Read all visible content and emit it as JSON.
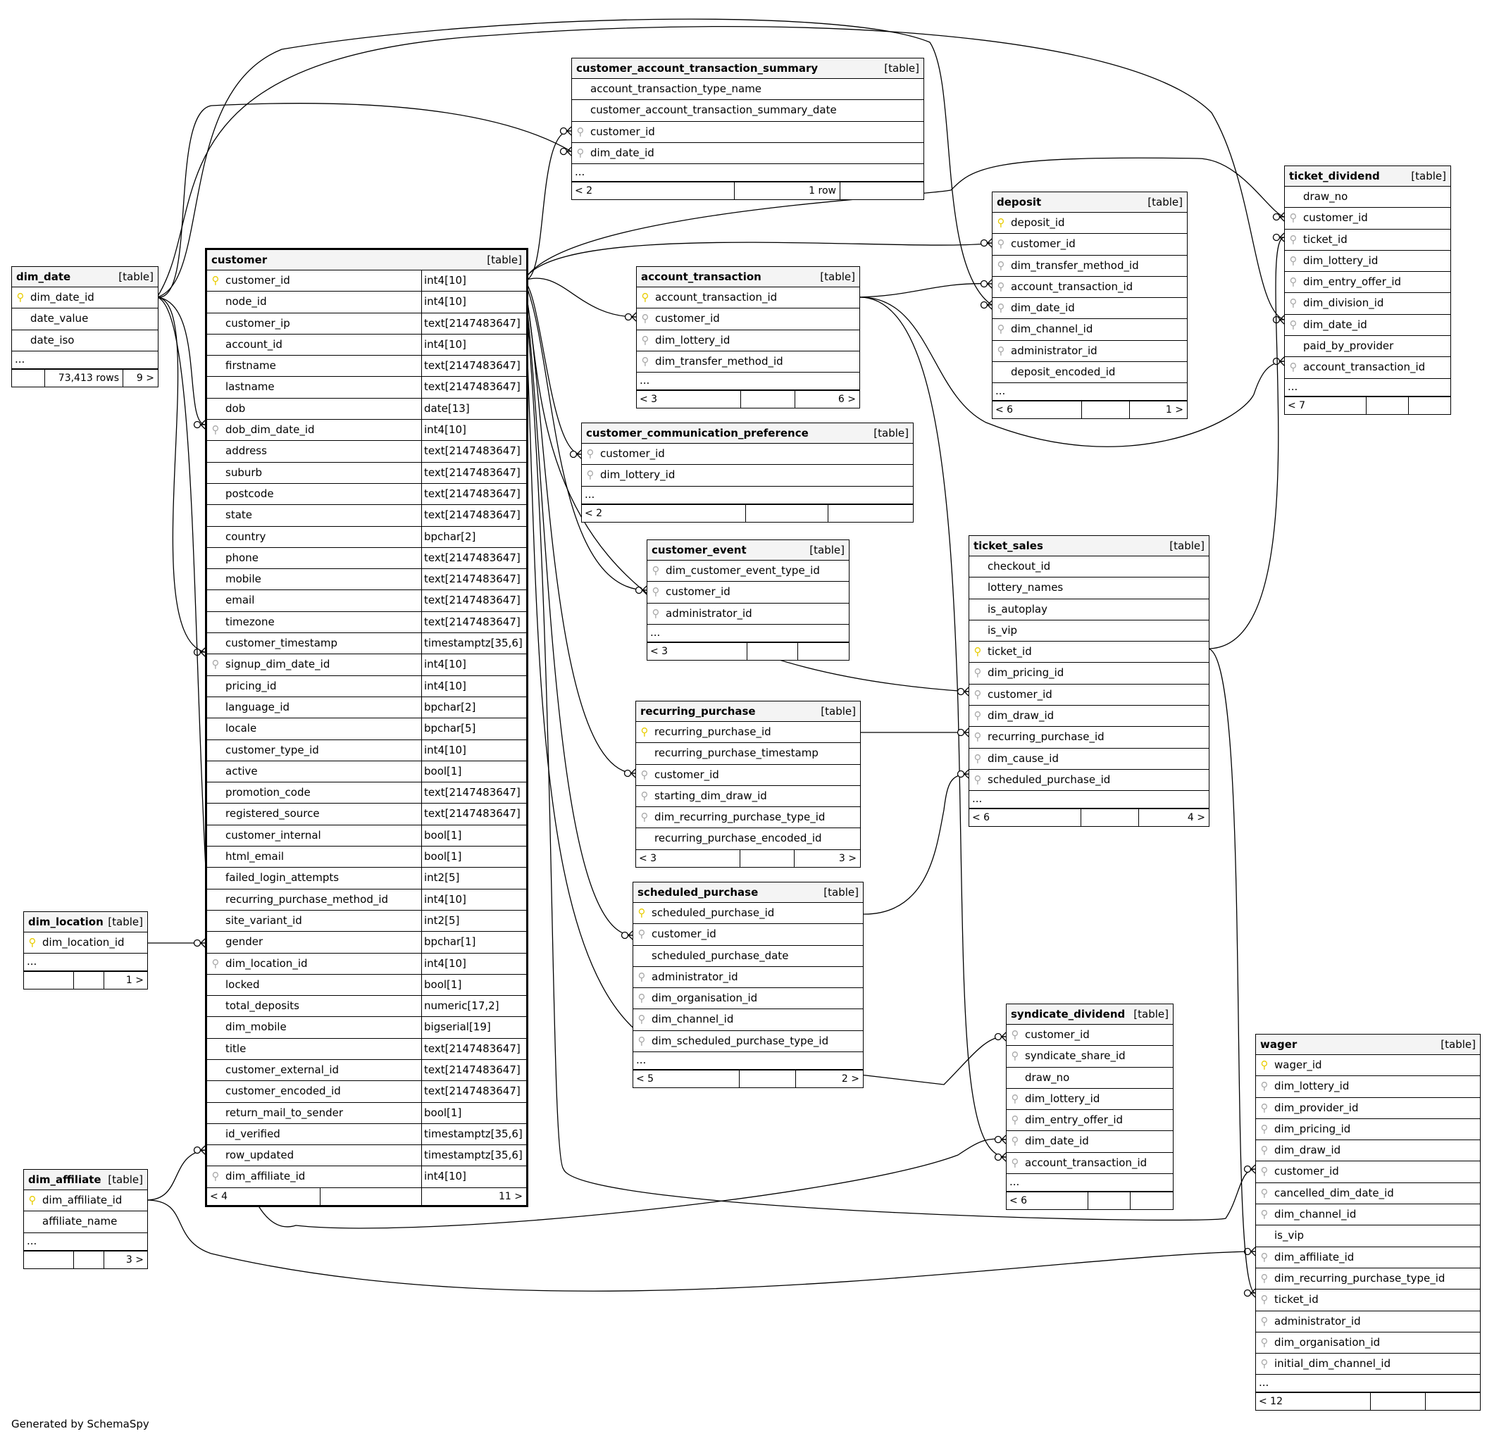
{
  "footer_text": "Generated by SchemaSpy",
  "colors": {
    "primary_key": "#e8cc00",
    "foreign_key": "#a8a8a8",
    "header_bg": "#f4f4f4"
  },
  "tables": [
    {
      "id": "customer_account_transaction_summary",
      "name": "customer_account_transaction_summary",
      "tag": "[table]",
      "columns": [
        {
          "name": "account_transaction_type_name",
          "key": ""
        },
        {
          "name": "customer_account_transaction_summary_date",
          "key": ""
        },
        {
          "name": "customer_id",
          "key": "fk"
        },
        {
          "name": "dim_date_id",
          "key": "fk"
        }
      ],
      "more": "...",
      "footer": {
        "left": "< 2",
        "middle": "1 row",
        "right": ""
      }
    },
    {
      "id": "dim_date",
      "name": "dim_date",
      "tag": "[table]",
      "columns": [
        {
          "name": "dim_date_id",
          "key": "pk"
        },
        {
          "name": "date_value",
          "key": ""
        },
        {
          "name": "date_iso",
          "key": ""
        }
      ],
      "more": "...",
      "footer": {
        "left": "",
        "middle": "73,413 rows",
        "right": "9 >"
      }
    },
    {
      "id": "customer",
      "name": "customer",
      "tag": "[table]",
      "columns": [
        {
          "name": "customer_id",
          "type": "int4[10]",
          "key": "pk"
        },
        {
          "name": "node_id",
          "type": "int4[10]",
          "key": ""
        },
        {
          "name": "customer_ip",
          "type": "text[2147483647]",
          "key": ""
        },
        {
          "name": "account_id",
          "type": "int4[10]",
          "key": ""
        },
        {
          "name": "firstname",
          "type": "text[2147483647]",
          "key": ""
        },
        {
          "name": "lastname",
          "type": "text[2147483647]",
          "key": ""
        },
        {
          "name": "dob",
          "type": "date[13]",
          "key": ""
        },
        {
          "name": "dob_dim_date_id",
          "type": "int4[10]",
          "key": "fk"
        },
        {
          "name": "address",
          "type": "text[2147483647]",
          "key": ""
        },
        {
          "name": "suburb",
          "type": "text[2147483647]",
          "key": ""
        },
        {
          "name": "postcode",
          "type": "text[2147483647]",
          "key": ""
        },
        {
          "name": "state",
          "type": "text[2147483647]",
          "key": ""
        },
        {
          "name": "country",
          "type": "bpchar[2]",
          "key": ""
        },
        {
          "name": "phone",
          "type": "text[2147483647]",
          "key": ""
        },
        {
          "name": "mobile",
          "type": "text[2147483647]",
          "key": ""
        },
        {
          "name": "email",
          "type": "text[2147483647]",
          "key": ""
        },
        {
          "name": "timezone",
          "type": "text[2147483647]",
          "key": ""
        },
        {
          "name": "customer_timestamp",
          "type": "timestamptz[35,6]",
          "key": ""
        },
        {
          "name": "signup_dim_date_id",
          "type": "int4[10]",
          "key": "fk"
        },
        {
          "name": "pricing_id",
          "type": "int4[10]",
          "key": ""
        },
        {
          "name": "language_id",
          "type": "bpchar[2]",
          "key": ""
        },
        {
          "name": "locale",
          "type": "bpchar[5]",
          "key": ""
        },
        {
          "name": "customer_type_id",
          "type": "int4[10]",
          "key": ""
        },
        {
          "name": "active",
          "type": "bool[1]",
          "key": ""
        },
        {
          "name": "promotion_code",
          "type": "text[2147483647]",
          "key": ""
        },
        {
          "name": "registered_source",
          "type": "text[2147483647]",
          "key": ""
        },
        {
          "name": "customer_internal",
          "type": "bool[1]",
          "key": ""
        },
        {
          "name": "html_email",
          "type": "bool[1]",
          "key": ""
        },
        {
          "name": "failed_login_attempts",
          "type": "int2[5]",
          "key": ""
        },
        {
          "name": "recurring_purchase_method_id",
          "type": "int4[10]",
          "key": ""
        },
        {
          "name": "site_variant_id",
          "type": "int2[5]",
          "key": ""
        },
        {
          "name": "gender",
          "type": "bpchar[1]",
          "key": ""
        },
        {
          "name": "dim_location_id",
          "type": "int4[10]",
          "key": "fk"
        },
        {
          "name": "locked",
          "type": "bool[1]",
          "key": ""
        },
        {
          "name": "total_deposits",
          "type": "numeric[17,2]",
          "key": ""
        },
        {
          "name": "dim_mobile",
          "type": "bigserial[19]",
          "key": ""
        },
        {
          "name": "title",
          "type": "text[2147483647]",
          "key": ""
        },
        {
          "name": "customer_external_id",
          "type": "text[2147483647]",
          "key": ""
        },
        {
          "name": "customer_encoded_id",
          "type": "text[2147483647]",
          "key": ""
        },
        {
          "name": "return_mail_to_sender",
          "type": "bool[1]",
          "key": ""
        },
        {
          "name": "id_verified",
          "type": "timestamptz[35,6]",
          "key": ""
        },
        {
          "name": "row_updated",
          "type": "timestamptz[35,6]",
          "key": ""
        },
        {
          "name": "dim_affiliate_id",
          "type": "int4[10]",
          "key": "fk"
        }
      ],
      "more": "",
      "footer": {
        "left": "< 4",
        "middle": "",
        "right": "11 >"
      }
    },
    {
      "id": "account_transaction",
      "name": "account_transaction",
      "tag": "[table]",
      "columns": [
        {
          "name": "account_transaction_id",
          "key": "pk"
        },
        {
          "name": "customer_id",
          "key": "fk"
        },
        {
          "name": "dim_lottery_id",
          "key": "fk"
        },
        {
          "name": "dim_transfer_method_id",
          "key": "fk"
        }
      ],
      "more": "...",
      "footer": {
        "left": "< 3",
        "middle": "",
        "right": "6 >"
      }
    },
    {
      "id": "deposit",
      "name": "deposit",
      "tag": "[table]",
      "columns": [
        {
          "name": "deposit_id",
          "key": "pk"
        },
        {
          "name": "customer_id",
          "key": "fk"
        },
        {
          "name": "dim_transfer_method_id",
          "key": "fk"
        },
        {
          "name": "account_transaction_id",
          "key": "fk"
        },
        {
          "name": "dim_date_id",
          "key": "fk"
        },
        {
          "name": "dim_channel_id",
          "key": "fk"
        },
        {
          "name": "administrator_id",
          "key": "fk"
        },
        {
          "name": "deposit_encoded_id",
          "key": ""
        }
      ],
      "more": "...",
      "footer": {
        "left": "< 6",
        "middle": "",
        "right": "1 >"
      }
    },
    {
      "id": "ticket_dividend",
      "name": "ticket_dividend",
      "tag": "[table]",
      "columns": [
        {
          "name": "draw_no",
          "key": ""
        },
        {
          "name": "customer_id",
          "key": "fk"
        },
        {
          "name": "ticket_id",
          "key": "fk"
        },
        {
          "name": "dim_lottery_id",
          "key": "fk"
        },
        {
          "name": "dim_entry_offer_id",
          "key": "fk"
        },
        {
          "name": "dim_division_id",
          "key": "fk"
        },
        {
          "name": "dim_date_id",
          "key": "fk"
        },
        {
          "name": "paid_by_provider",
          "key": ""
        },
        {
          "name": "account_transaction_id",
          "key": "fk"
        }
      ],
      "more": "...",
      "footer": {
        "left": "< 7",
        "middle": "",
        "right": ""
      }
    },
    {
      "id": "customer_communication_preference",
      "name": "customer_communication_preference",
      "tag": "[table]",
      "columns": [
        {
          "name": "customer_id",
          "key": "fk"
        },
        {
          "name": "dim_lottery_id",
          "key": "fk"
        }
      ],
      "more": "...",
      "footer": {
        "left": "< 2",
        "middle": "",
        "right": ""
      }
    },
    {
      "id": "customer_event",
      "name": "customer_event",
      "tag": "[table]",
      "columns": [
        {
          "name": "dim_customer_event_type_id",
          "key": "fk"
        },
        {
          "name": "customer_id",
          "key": "fk"
        },
        {
          "name": "administrator_id",
          "key": "fk"
        }
      ],
      "more": "...",
      "footer": {
        "left": "< 3",
        "middle": "",
        "right": ""
      }
    },
    {
      "id": "ticket_sales",
      "name": "ticket_sales",
      "tag": "[table]",
      "columns": [
        {
          "name": "checkout_id",
          "key": ""
        },
        {
          "name": "lottery_names",
          "key": ""
        },
        {
          "name": "is_autoplay",
          "key": ""
        },
        {
          "name": "is_vip",
          "key": ""
        },
        {
          "name": "ticket_id",
          "key": "pk"
        },
        {
          "name": "dim_pricing_id",
          "key": "fk"
        },
        {
          "name": "customer_id",
          "key": "fk"
        },
        {
          "name": "dim_draw_id",
          "key": "fk"
        },
        {
          "name": "recurring_purchase_id",
          "key": "fk"
        },
        {
          "name": "dim_cause_id",
          "key": "fk"
        },
        {
          "name": "scheduled_purchase_id",
          "key": "fk"
        }
      ],
      "more": "...",
      "footer": {
        "left": "< 6",
        "middle": "",
        "right": "4 >"
      }
    },
    {
      "id": "recurring_purchase",
      "name": "recurring_purchase",
      "tag": "[table]",
      "columns": [
        {
          "name": "recurring_purchase_id",
          "key": "pk"
        },
        {
          "name": "recurring_purchase_timestamp",
          "key": ""
        },
        {
          "name": "customer_id",
          "key": "fk"
        },
        {
          "name": "starting_dim_draw_id",
          "key": "fk"
        },
        {
          "name": "dim_recurring_purchase_type_id",
          "key": "fk"
        },
        {
          "name": "recurring_purchase_encoded_id",
          "key": ""
        }
      ],
      "more": "",
      "footer": {
        "left": "< 3",
        "middle": "",
        "right": "3 >"
      }
    },
    {
      "id": "scheduled_purchase",
      "name": "scheduled_purchase",
      "tag": "[table]",
      "columns": [
        {
          "name": "scheduled_purchase_id",
          "key": "pk"
        },
        {
          "name": "customer_id",
          "key": "fk"
        },
        {
          "name": "scheduled_purchase_date",
          "key": ""
        },
        {
          "name": "administrator_id",
          "key": "fk"
        },
        {
          "name": "dim_organisation_id",
          "key": "fk"
        },
        {
          "name": "dim_channel_id",
          "key": "fk"
        },
        {
          "name": "dim_scheduled_purchase_type_id",
          "key": "fk"
        }
      ],
      "more": "...",
      "footer": {
        "left": "< 5",
        "middle": "",
        "right": "2 >"
      }
    },
    {
      "id": "dim_location",
      "name": "dim_location",
      "tag": "[table]",
      "columns": [
        {
          "name": "dim_location_id",
          "key": "pk"
        }
      ],
      "more": "...",
      "footer": {
        "left": "",
        "middle": "",
        "right": "1 >"
      }
    },
    {
      "id": "syndicate_dividend",
      "name": "syndicate_dividend",
      "tag": "[table]",
      "columns": [
        {
          "name": "customer_id",
          "key": "fk"
        },
        {
          "name": "syndicate_share_id",
          "key": "fk"
        },
        {
          "name": "draw_no",
          "key": ""
        },
        {
          "name": "dim_lottery_id",
          "key": "fk"
        },
        {
          "name": "dim_entry_offer_id",
          "key": "fk"
        },
        {
          "name": "dim_date_id",
          "key": "fk"
        },
        {
          "name": "account_transaction_id",
          "key": "fk"
        }
      ],
      "more": "...",
      "footer": {
        "left": "< 6",
        "middle": "",
        "right": ""
      }
    },
    {
      "id": "wager",
      "name": "wager",
      "tag": "[table]",
      "columns": [
        {
          "name": "wager_id",
          "key": "pk"
        },
        {
          "name": "dim_lottery_id",
          "key": "fk"
        },
        {
          "name": "dim_provider_id",
          "key": "fk"
        },
        {
          "name": "dim_pricing_id",
          "key": "fk"
        },
        {
          "name": "dim_draw_id",
          "key": "fk"
        },
        {
          "name": "customer_id",
          "key": "fk"
        },
        {
          "name": "cancelled_dim_date_id",
          "key": "fk"
        },
        {
          "name": "dim_channel_id",
          "key": "fk"
        },
        {
          "name": "is_vip",
          "key": ""
        },
        {
          "name": "dim_affiliate_id",
          "key": "fk"
        },
        {
          "name": "dim_recurring_purchase_type_id",
          "key": "fk"
        },
        {
          "name": "ticket_id",
          "key": "fk"
        },
        {
          "name": "administrator_id",
          "key": "fk"
        },
        {
          "name": "dim_organisation_id",
          "key": "fk"
        },
        {
          "name": "initial_dim_channel_id",
          "key": "fk"
        }
      ],
      "more": "...",
      "footer": {
        "left": "< 12",
        "middle": "",
        "right": ""
      }
    },
    {
      "id": "dim_affiliate",
      "name": "dim_affiliate",
      "tag": "[table]",
      "columns": [
        {
          "name": "dim_affiliate_id",
          "key": "pk"
        },
        {
          "name": "affiliate_name",
          "key": ""
        }
      ],
      "more": "...",
      "footer": {
        "left": "",
        "middle": "",
        "right": "3 >"
      }
    }
  ]
}
